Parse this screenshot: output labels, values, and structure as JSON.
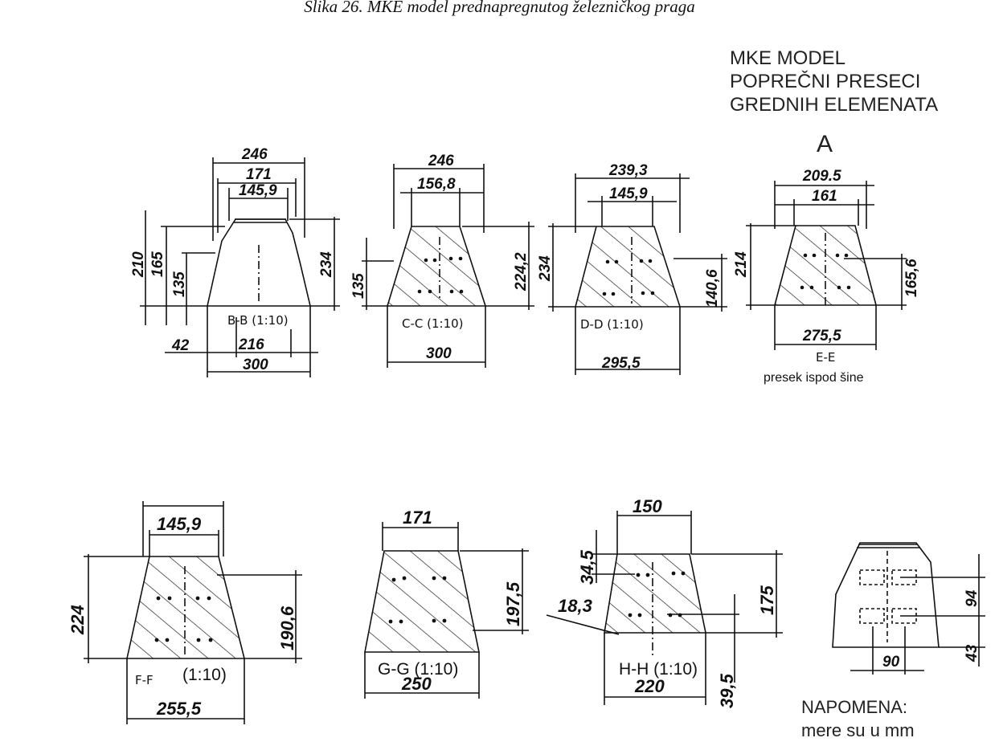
{
  "caption": "Slika 26. MKE model prednapregnutog železničkog praga",
  "header": {
    "line1": "MKE MODEL",
    "line2": "POPREČNI PRESECI",
    "line3": "GREDNIH ELEMENATA"
  },
  "section_a_mark": "A",
  "sections": {
    "bb": {
      "label": "B-B (1:10)",
      "dims": [
        "246",
        "171",
        "145,9",
        "210",
        "165",
        "135",
        "234",
        "42",
        "216",
        "300"
      ]
    },
    "cc": {
      "label": "C-C  (1:10)",
      "dims": [
        "246",
        "156,8",
        "135",
        "224,2",
        "300"
      ]
    },
    "dd": {
      "label": "D-D    (1:10)",
      "dims": [
        "239,3",
        "145,9",
        "234",
        "140,6",
        "295,5"
      ]
    },
    "ee": {
      "label": "E-E",
      "sublabel": "presek ispod šine",
      "dims": [
        "209.5",
        "161",
        "214",
        "165,6",
        "275,5"
      ]
    },
    "ff": {
      "label_a": "F-F",
      "label_b": "(1:10)",
      "dims": [
        "145,9",
        "224",
        "190,6",
        "255,5"
      ]
    },
    "gg": {
      "label": "G-G (1:10)",
      "dims": [
        "171",
        "197,5",
        "250"
      ]
    },
    "hh": {
      "label": "H-H (1:10)",
      "dims": [
        "150",
        "34,5",
        "18,3",
        "175",
        "220",
        "39,5"
      ]
    },
    "side": {
      "dims": [
        "94",
        "43",
        "90"
      ]
    }
  },
  "note": {
    "line1": "NAPOMENA:",
    "line2": "mere su u mm"
  }
}
